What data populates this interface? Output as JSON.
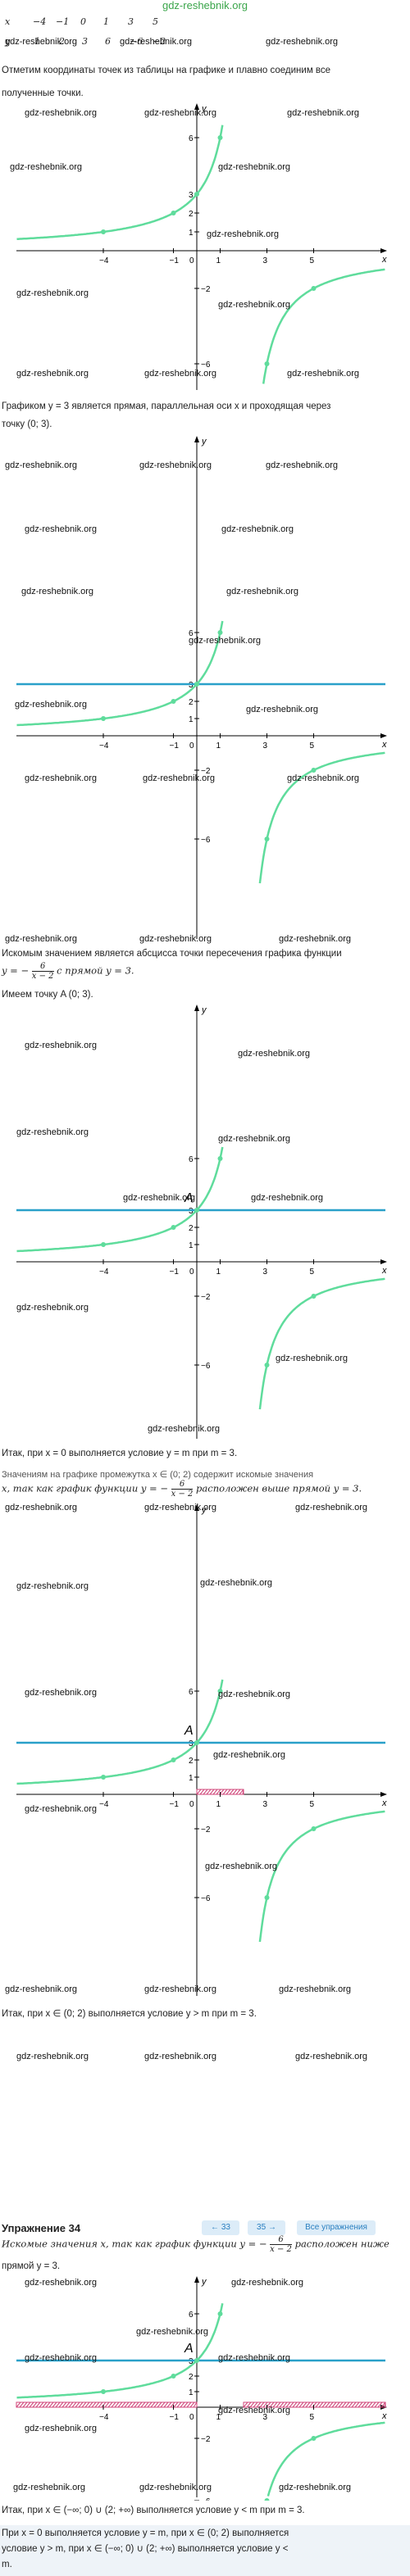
{
  "site": {
    "header": "gdz-reshebnik.org",
    "watermark": "gdz-reshebnik.org"
  },
  "table": {
    "row_x_label": "x",
    "row_x": [
      "−4",
      "−1",
      "0",
      "1",
      "3",
      "5"
    ],
    "row_y_label": "y",
    "row_y": [
      "1",
      "2",
      "3",
      "6",
      "−6",
      "−2"
    ]
  },
  "text": {
    "t1": "Отметим координаты точек из таблицы на графике и плавно соединим все",
    "t1b": "полученные точки.",
    "t2": "Графиком y = 3 является прямая, параллельная оси x и проходящая через",
    "t2b": "точку (0; 3).",
    "t3": "Искомым значением является абсцисса точки пересечения графика функции",
    "t3b_pre": "y = −",
    "t3b_num": "6",
    "t3b_den": "x − 2",
    "t3b_post": "с прямой y = 3.",
    "t3c": "Имеем точку A (0; 3).",
    "t4": "Итак, при x = 0 выполняется условие y = m при m = 3.",
    "t5a": "Значениям на графике промежутка x ∈ (0; 2) содержит искомые значения",
    "t5b_pre": "x, так как график функции y = −",
    "t5b_num": "6",
    "t5b_den": "x − 2",
    "t5b_post": "расположен выше прямой y = 3.",
    "t6": "Итак, при x ∈ (0; 2) выполняется условие y > m при m = 3.",
    "t7a_pre": "Искомые значения x, так как график функции y = −",
    "t7a_num": "6",
    "t7a_den": "x − 2",
    "t7a_post": "расположен ниже",
    "t7b": "прямой y = 3.",
    "t8": "Итак, при x ∈ (−∞; 0) ∪ (2; +∞) выполняется условие y < m при m = 3.",
    "s1": "При x = 0 выполняется условие y = m, при x ∈ (0; 2) выполняется",
    "s2": "условие y > m, при x ∈ (−∞; 0) ∪ (2; +∞) выполняется условие y <",
    "s3": "m."
  },
  "nav": {
    "exercise_title": "Упражнение 34",
    "prev": "← 33",
    "next": "35 →",
    "all": "Все упражнения"
  },
  "axes": {
    "x_label": "x",
    "y_label": "y",
    "point_label": "A"
  },
  "colors": {
    "curve": "#5fdc9c",
    "line": "#29a0c9",
    "hatch": "#d0467a",
    "bottom": "#eef3f8"
  }
}
